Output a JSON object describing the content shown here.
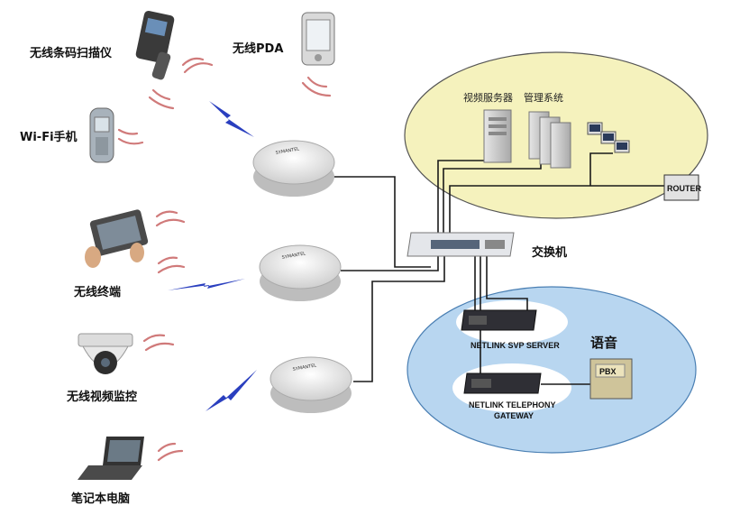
{
  "labels": {
    "barcode_scanner": "无线条码扫描仪",
    "pda": "无线PDA",
    "wifi_phone": "Wi-Fi手机",
    "wireless_terminal": "无线终端",
    "video_surveillance": "无线视频监控",
    "laptop": "笔记本电脑",
    "video_server": "视频服务器",
    "management_system": "管理系统",
    "router": "ROUTER",
    "switch": "交换机",
    "voice": "语音",
    "svp_server": "NETLINK SVP SERVER",
    "telephony_gateway_line1": "NETLINK TELEPHONY",
    "telephony_gateway_line2": "GATEWAY",
    "pbx": "PBX",
    "ap_brand": "SYMANTEL"
  },
  "colors": {
    "server_zone": "#f5f2bd",
    "voice_zone": "#b8d6f0",
    "wave": "#d07a7a",
    "bolt": "#2a3fbf"
  }
}
